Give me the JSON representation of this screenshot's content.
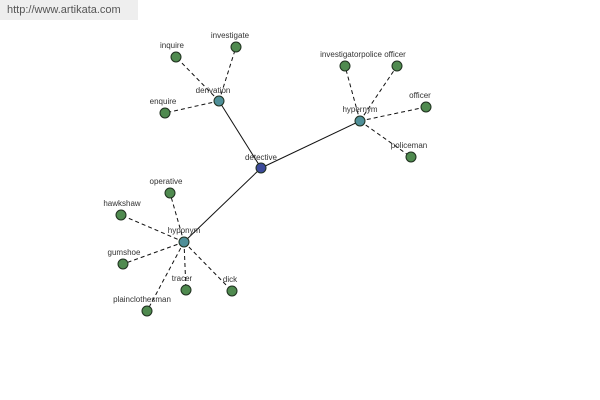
{
  "watermark": "http://www.artikata.com",
  "colors": {
    "root": "#3c4a9a",
    "relation": "#4f8f98",
    "leaf": "#4f8a4f"
  },
  "graph": {
    "nodes": [
      {
        "id": "detective",
        "label": "detective",
        "kind": "root"
      },
      {
        "id": "derivation",
        "label": "derivation",
        "kind": "relation"
      },
      {
        "id": "hypernym",
        "label": "hypernym",
        "kind": "relation"
      },
      {
        "id": "hyponym",
        "label": "hyponym",
        "kind": "relation"
      },
      {
        "id": "inquire",
        "label": "inquire",
        "kind": "leaf"
      },
      {
        "id": "investigate",
        "label": "investigate",
        "kind": "leaf"
      },
      {
        "id": "enquire",
        "label": "enquire",
        "kind": "leaf"
      },
      {
        "id": "investigatorpolice",
        "label": "investigatorpolice officer",
        "kind": "leaf"
      },
      {
        "id": "officer",
        "label": "officer",
        "kind": "leaf"
      },
      {
        "id": "policeman",
        "label": "policeman",
        "kind": "leaf"
      },
      {
        "id": "operative",
        "label": "operative",
        "kind": "leaf"
      },
      {
        "id": "hawkshaw",
        "label": "hawkshaw",
        "kind": "leaf"
      },
      {
        "id": "gumshoe",
        "label": "gumshoe",
        "kind": "leaf"
      },
      {
        "id": "plainclothesman",
        "label": "plainclothesman",
        "kind": "leaf"
      },
      {
        "id": "tracer",
        "label": "tracer",
        "kind": "leaf"
      },
      {
        "id": "dick",
        "label": "dick",
        "kind": "leaf"
      }
    ],
    "edges": [
      {
        "from": "detective",
        "to": "derivation",
        "style": "solid"
      },
      {
        "from": "detective",
        "to": "hypernym",
        "style": "solid"
      },
      {
        "from": "detective",
        "to": "hyponym",
        "style": "solid"
      },
      {
        "from": "derivation",
        "to": "inquire",
        "style": "dashed"
      },
      {
        "from": "derivation",
        "to": "investigate",
        "style": "dashed"
      },
      {
        "from": "derivation",
        "to": "enquire",
        "style": "dashed"
      },
      {
        "from": "hypernym",
        "to": "investigatorpolice",
        "style": "dashed"
      },
      {
        "from": "hypernym",
        "to": "officer",
        "style": "dashed"
      },
      {
        "from": "hypernym",
        "to": "policeman",
        "style": "dashed"
      },
      {
        "from": "hypernym",
        "to": "officer",
        "style": "dashed"
      },
      {
        "from": "hyponym",
        "to": "operative",
        "style": "dashed"
      },
      {
        "from": "hyponym",
        "to": "hawkshaw",
        "style": "dashed"
      },
      {
        "from": "hyponym",
        "to": "gumshoe",
        "style": "dashed"
      },
      {
        "from": "hyponym",
        "to": "plainclothesman",
        "style": "dashed"
      },
      {
        "from": "hyponym",
        "to": "tracer",
        "style": "dashed"
      },
      {
        "from": "hyponym",
        "to": "dick",
        "style": "dashed"
      }
    ]
  }
}
